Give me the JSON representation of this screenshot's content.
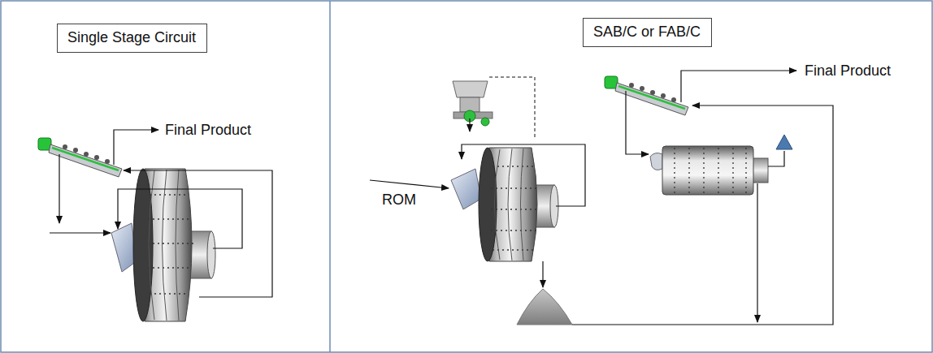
{
  "diagram": {
    "nodes": [
      {
        "text": [
          "Single Stage Circuit"
        ]
      },
      {
        "text": [
          "SAB/C or FAB/C"
        ]
      }
    ],
    "labels": [
      "Final Product",
      "Final Product",
      "ROM"
    ]
  }
}
